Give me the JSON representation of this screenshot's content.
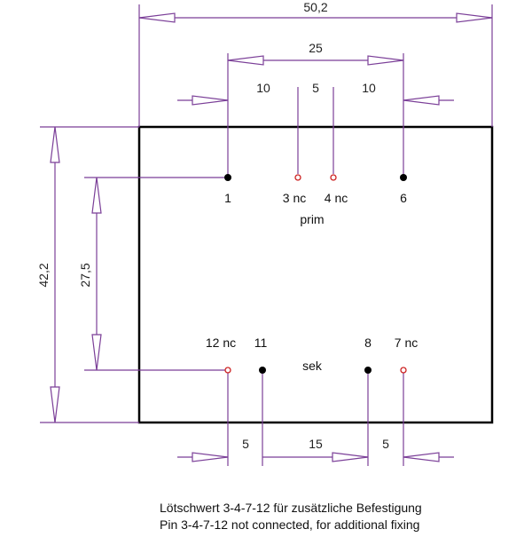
{
  "colors": {
    "dimension": "#7b3f98",
    "outline": "#000000",
    "pin_connected": "#000000",
    "pin_nc": "#cc2222"
  },
  "dimensions": {
    "overall_width": "50,2",
    "primary_span": "25",
    "primary_left_gap": "10",
    "primary_mid_gap": "5",
    "primary_right_gap": "10",
    "overall_height": "42,2",
    "row_spacing": "27,5",
    "secondary_left_gap": "5",
    "secondary_mid_gap": "15",
    "secondary_right_gap": "5"
  },
  "pins": {
    "pin_1": "1",
    "pin_3": "3 nc",
    "pin_4": "4 nc",
    "pin_6": "6",
    "pin_12": "12 nc",
    "pin_11": "11",
    "pin_8": "8",
    "pin_7": "7 nc"
  },
  "winding_labels": {
    "primary": "prim",
    "secondary": "sek"
  },
  "notes": {
    "german": "Lötschwert 3-4-7-12 für zusätzliche Befestigung",
    "english": "Pin 3-4-7-12 not connected, for additional fixing"
  }
}
